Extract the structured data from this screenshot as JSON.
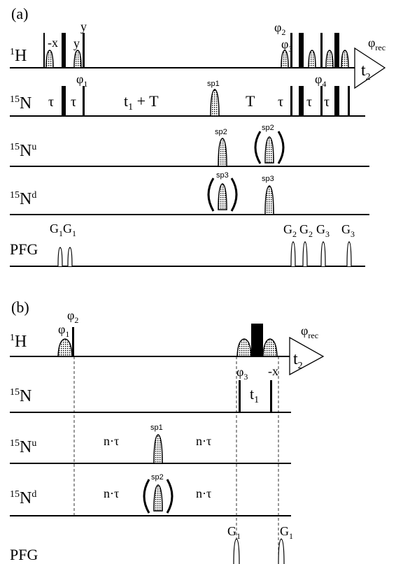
{
  "panel_a": {
    "label": "(a)",
    "channels": {
      "h1": {
        "mass": "1",
        "nucleus": "H"
      },
      "n15": {
        "mass": "15",
        "nucleus": "N"
      },
      "n15u": {
        "mass": "15",
        "nucleus": "N",
        "sup": "u"
      },
      "n15d": {
        "mass": "15",
        "nucleus": "N",
        "sup": "d"
      },
      "pfg": "PFG"
    },
    "phases": {
      "minus_x": "-x",
      "y": "y",
      "phi": "φ",
      "sub1": "1",
      "sub2": "2",
      "sub3": "3",
      "sub4": "4",
      "rec_sub": "rec"
    },
    "delays": {
      "tau": "τ",
      "t": "t",
      "t_sub": "1",
      "plus_t": " + T",
      "big_t": "T"
    },
    "shapes": {
      "sp1": "sp1",
      "sp2": "sp2",
      "sp3": "sp3"
    },
    "acquisition": {
      "t": "t",
      "sub": "2"
    },
    "gradients": {
      "g": "G",
      "sub1": "1",
      "sub2": "2",
      "sub3": "3"
    }
  },
  "panel_b": {
    "label": "(b)",
    "channels": {
      "h1": {
        "mass": "1",
        "nucleus": "H"
      },
      "n15": {
        "mass": "15",
        "nucleus": "N"
      },
      "n15u": {
        "mass": "15",
        "nucleus": "N",
        "sup": "u"
      },
      "n15d": {
        "mass": "15",
        "nucleus": "N",
        "sup": "d"
      },
      "pfg": "PFG"
    },
    "phases": {
      "phi": "φ",
      "sub1": "1",
      "sub2": "2",
      "sub3": "3",
      "minus_x": "-x",
      "rec_sub": "rec"
    },
    "delays": {
      "n_tau": "n·τ",
      "t": "t",
      "t_sub": "1"
    },
    "shapes": {
      "sp1": "sp1",
      "sp2": "sp2"
    },
    "acquisition": {
      "t": "t",
      "sub": "2"
    },
    "gradients": {
      "g": "G",
      "sub1": "1"
    }
  }
}
